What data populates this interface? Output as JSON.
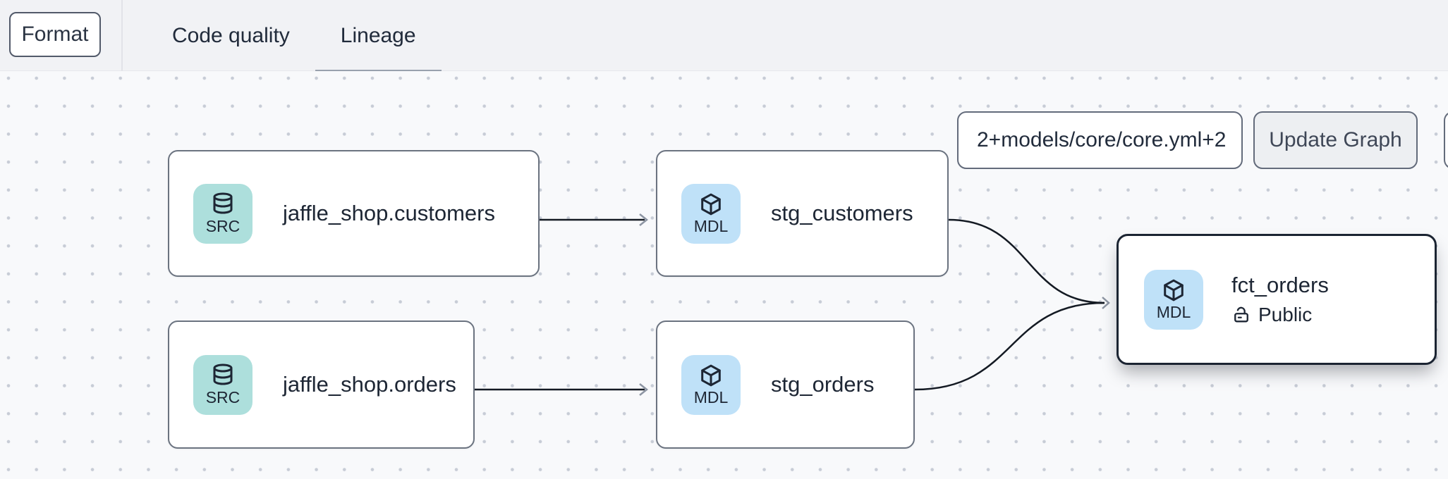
{
  "toolbar": {
    "format_button": "Format",
    "tabs": [
      {
        "label": "Code quality",
        "active": false
      },
      {
        "label": "Lineage",
        "active": true
      }
    ]
  },
  "lineage_controls": {
    "selector_value": "2+models/core/core.yml+2",
    "update_button": "Update Graph"
  },
  "nodes": [
    {
      "id": "jaffle_shop.customers",
      "badge": "SRC",
      "icon": "database-icon",
      "label": "jaffle_shop.customers"
    },
    {
      "id": "stg_customers",
      "badge": "MDL",
      "icon": "package-icon",
      "label": "stg_customers"
    },
    {
      "id": "jaffle_shop.orders",
      "badge": "SRC",
      "icon": "database-icon",
      "label": "jaffle_shop.orders"
    },
    {
      "id": "stg_orders",
      "badge": "MDL",
      "icon": "package-icon",
      "label": "stg_orders"
    },
    {
      "id": "fct_orders",
      "badge": "MDL",
      "icon": "package-icon",
      "label": "fct_orders",
      "access": "Public",
      "selected": true
    }
  ],
  "edges": [
    {
      "from": "jaffle_shop.customers",
      "to": "stg_customers"
    },
    {
      "from": "jaffle_shop.orders",
      "to": "stg_orders"
    },
    {
      "from": "stg_customers",
      "to": "fct_orders"
    },
    {
      "from": "stg_orders",
      "to": "fct_orders"
    }
  ],
  "colors": {
    "src_badge": "#addfdc",
    "mdl_badge": "#bfe1f8",
    "selected_node_border": "#1b2432",
    "edge": "#141a23",
    "arrowhead": "#8d95a3",
    "tab_underline": "#99a1ae",
    "toolbar_bg": "#f1f2f5",
    "canvas_bg": "#f8f9fb"
  }
}
